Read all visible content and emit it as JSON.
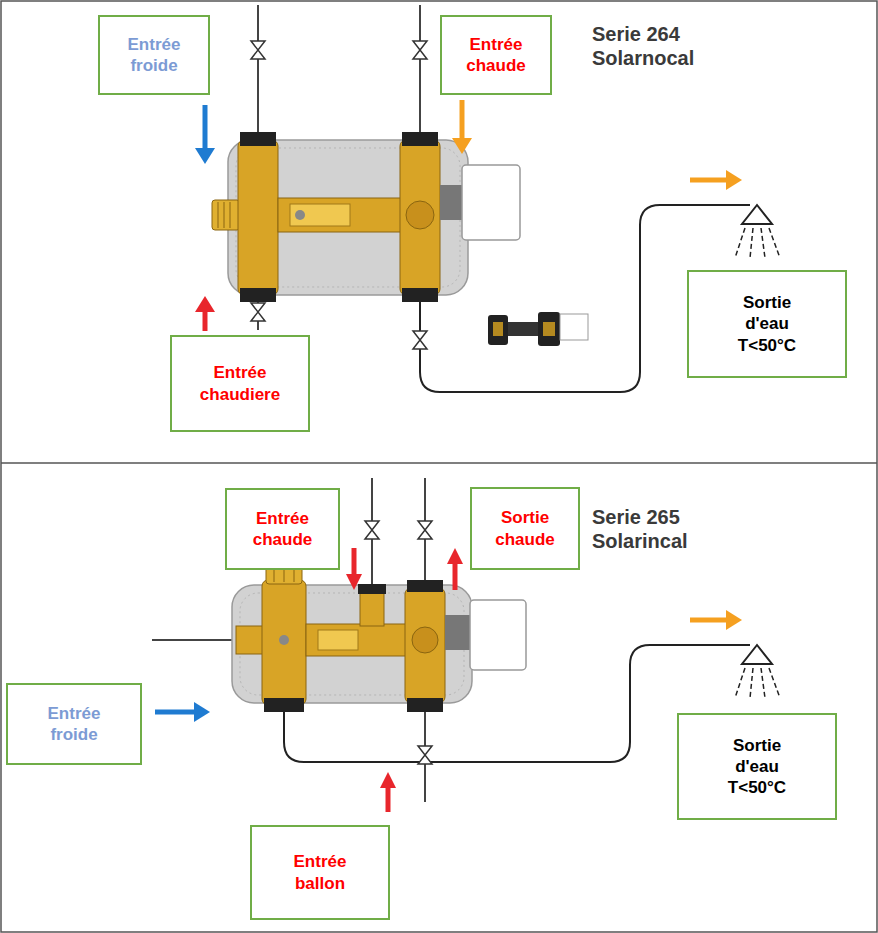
{
  "diagram": {
    "nodes": [
      {
        "text": [
          "Entrée froide"
        ]
      },
      {
        "text": [
          "Entrée chaude"
        ]
      },
      {
        "text": [
          "Sortie d'eau T<50°C"
        ]
      },
      {
        "text": [
          "Entrée chaudiere"
        ]
      },
      {
        "text": [
          "Entrée chaude"
        ]
      },
      {
        "text": [
          "Sortie chaude"
        ]
      },
      {
        "text": [
          "Entrée froide"
        ]
      },
      {
        "text": [
          "Sortie d'eau T<50°C"
        ]
      },
      {
        "text": [
          "Entrée ballon"
        ]
      }
    ],
    "labels": [
      "Serie 264 Solarnocal",
      "Serie 265 Solarincal"
    ]
  }
}
